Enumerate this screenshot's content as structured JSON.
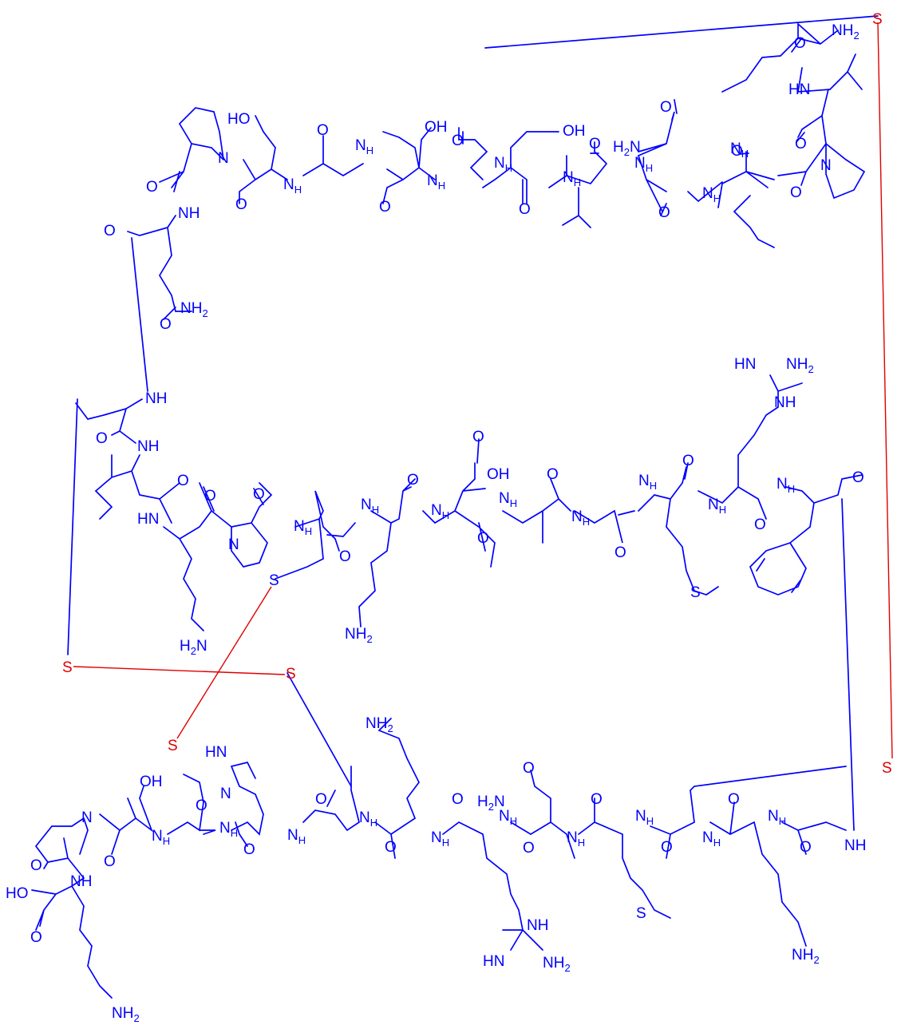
{
  "colors": {
    "bond": "#0000ff",
    "disulfide": "#e00000",
    "background": "#ffffff"
  },
  "labels": [
    {
      "id": "nh2-top",
      "text": "NH",
      "sub": "2"
    },
    {
      "id": "nh-val-top",
      "text": "HN"
    },
    {
      "id": "o-val-top",
      "text": "O"
    },
    {
      "id": "o-gly-top",
      "text": "O"
    },
    {
      "id": "n-pro-top",
      "text": "N"
    },
    {
      "id": "o-pro-top",
      "text": "O"
    },
    {
      "id": "nh-ile-top",
      "text": "N",
      "sub": "H"
    },
    {
      "id": "o-ile-top",
      "text": "O"
    },
    {
      "id": "nh-asn-top",
      "text": "N",
      "sub": "H"
    },
    {
      "id": "o-asn-top",
      "text": "O"
    },
    {
      "id": "h2n-asn-top",
      "text": "H",
      "sub": "2",
      "tail": "N"
    },
    {
      "id": "o-asn-side",
      "text": "O"
    },
    {
      "id": "nh-val2",
      "text": "N",
      "sub": "H"
    },
    {
      "id": "o-val2",
      "text": "O"
    },
    {
      "id": "nh-ser2",
      "text": "N",
      "sub": "H"
    },
    {
      "id": "oh-ser2",
      "text": "OH"
    },
    {
      "id": "o-ser2",
      "text": "O"
    },
    {
      "id": "nh-cys1",
      "text": "N",
      "sub": "H"
    },
    {
      "id": "o-cys1",
      "text": "O"
    },
    {
      "id": "nh-thr1",
      "text": "N",
      "sub": "H"
    },
    {
      "id": "oh-thr1",
      "text": "OH"
    },
    {
      "id": "o-thr1",
      "text": "O"
    },
    {
      "id": "nh-gly1",
      "text": "N",
      "sub": "H"
    },
    {
      "id": "o-gly1",
      "text": "O"
    },
    {
      "id": "nh-ser1",
      "text": "N",
      "sub": "H"
    },
    {
      "id": "ho-ser1",
      "text": "HO"
    },
    {
      "id": "o-ser1",
      "text": "O"
    },
    {
      "id": "n-pro1",
      "text": "N"
    },
    {
      "id": "o-pro1",
      "text": "O"
    },
    {
      "id": "nh-gln",
      "text": "NH"
    },
    {
      "id": "o-gln",
      "text": "O"
    },
    {
      "id": "o-gln-side",
      "text": "O"
    },
    {
      "id": "nh2-gln-side",
      "text": "NH",
      "sub": "2"
    },
    {
      "id": "nh-cys2",
      "text": "NH"
    },
    {
      "id": "o-cys2",
      "text": "O"
    },
    {
      "id": "nh-ile2",
      "text": "NH"
    },
    {
      "id": "o-ile2",
      "text": "O"
    },
    {
      "id": "hn-lys1",
      "text": "HN"
    },
    {
      "id": "o-lys1",
      "text": "O"
    },
    {
      "id": "h2n-lys1",
      "text": "H",
      "sub": "2",
      "tail": "N"
    },
    {
      "id": "n-pro2",
      "text": "N"
    },
    {
      "id": "o-pro2",
      "text": "O"
    },
    {
      "id": "nh-cys3",
      "text": "N",
      "sub": "H"
    },
    {
      "id": "o-cys3",
      "text": "O"
    },
    {
      "id": "s-cys3",
      "text": "S"
    },
    {
      "id": "nh-lys2",
      "text": "N",
      "sub": "H"
    },
    {
      "id": "o-lys2",
      "text": "O"
    },
    {
      "id": "nh2-lys2",
      "text": "NH",
      "sub": "2"
    },
    {
      "id": "nh-asp",
      "text": "N",
      "sub": "H"
    },
    {
      "id": "o-asp",
      "text": "O"
    },
    {
      "id": "o-asp-side",
      "text": "O"
    },
    {
      "id": "oh-asp-side",
      "text": "OH"
    },
    {
      "id": "nh-ala",
      "text": "N",
      "sub": "H"
    },
    {
      "id": "o-ala",
      "text": "O"
    },
    {
      "id": "nh-gly2",
      "text": "N",
      "sub": "H"
    },
    {
      "id": "o-gly2",
      "text": "O"
    },
    {
      "id": "nh-met1",
      "text": "N",
      "sub": "H"
    },
    {
      "id": "o-met1",
      "text": "O"
    },
    {
      "id": "s-met1",
      "text": "S"
    },
    {
      "id": "nh-arg1",
      "text": "N",
      "sub": "H"
    },
    {
      "id": "o-arg1",
      "text": "O"
    },
    {
      "id": "nh-arg1-side",
      "text": "NH"
    },
    {
      "id": "hn-arg1-side",
      "text": "HN"
    },
    {
      "id": "nh2-arg1-side",
      "text": "NH",
      "sub": "2"
    },
    {
      "id": "nh-phe",
      "text": "N",
      "sub": "H"
    },
    {
      "id": "o-phe",
      "text": "O"
    },
    {
      "id": "s-left",
      "text": "S"
    },
    {
      "id": "s-mid",
      "text": "S"
    },
    {
      "id": "s-cys-bottom",
      "text": "S"
    },
    {
      "id": "s-topright",
      "text": "S"
    },
    {
      "id": "s-right",
      "text": "S"
    },
    {
      "id": "oh-thr2",
      "text": "OH"
    },
    {
      "id": "n-pro3",
      "text": "N"
    },
    {
      "id": "o-pro3",
      "text": "O"
    },
    {
      "id": "nh-lys-c",
      "text": "NH"
    },
    {
      "id": "ho-cooh",
      "text": "HO"
    },
    {
      "id": "o-cooh",
      "text": "O"
    },
    {
      "id": "nh2-lys-c",
      "text": "NH",
      "sub": "2"
    },
    {
      "id": "o-thr2",
      "text": "O"
    },
    {
      "id": "nh-cys4",
      "text": "N",
      "sub": "H"
    },
    {
      "id": "o-cys4",
      "text": "O"
    },
    {
      "id": "nh-his",
      "text": "N",
      "sub": "H"
    },
    {
      "id": "hn-his-ring",
      "text": "HN"
    },
    {
      "id": "n-his-ring",
      "text": "N"
    },
    {
      "id": "o-his",
      "text": "O"
    },
    {
      "id": "nh-cys5",
      "text": "N",
      "sub": "H"
    },
    {
      "id": "o-cys5",
      "text": "O"
    },
    {
      "id": "nh-lys3",
      "text": "N",
      "sub": "H"
    },
    {
      "id": "nh2-lys3",
      "text": "NH",
      "sub": "2"
    },
    {
      "id": "o-lys3",
      "text": "O"
    },
    {
      "id": "nh-arg2",
      "text": "N",
      "sub": "H"
    },
    {
      "id": "o-arg2",
      "text": "O"
    },
    {
      "id": "nh-arg2-side",
      "text": "NH"
    },
    {
      "id": "hn-arg2-side",
      "text": "HN"
    },
    {
      "id": "nh2-arg2-side",
      "text": "NH",
      "sub": "2"
    },
    {
      "id": "nh-asn2",
      "text": "N",
      "sub": "H"
    },
    {
      "id": "o-asn2",
      "text": "O"
    },
    {
      "id": "h2n-asn2",
      "text": "H",
      "sub": "2",
      "tail": "N"
    },
    {
      "id": "o-asn2-side",
      "text": "O"
    },
    {
      "id": "nh-met2",
      "text": "N",
      "sub": "H"
    },
    {
      "id": "o-met2",
      "text": "O"
    },
    {
      "id": "s-met2",
      "text": "S"
    },
    {
      "id": "nh-cys6",
      "text": "N",
      "sub": "H"
    },
    {
      "id": "o-cys6",
      "text": "O"
    },
    {
      "id": "nh-lys4",
      "text": "N",
      "sub": "H"
    },
    {
      "id": "o-lys4",
      "text": "O"
    },
    {
      "id": "nh2-lys4",
      "text": "NH",
      "sub": "2"
    },
    {
      "id": "nh-gly3",
      "text": "N",
      "sub": "H"
    },
    {
      "id": "o-gly3",
      "text": "O"
    },
    {
      "id": "nh-gly3-end",
      "text": "NH"
    }
  ]
}
